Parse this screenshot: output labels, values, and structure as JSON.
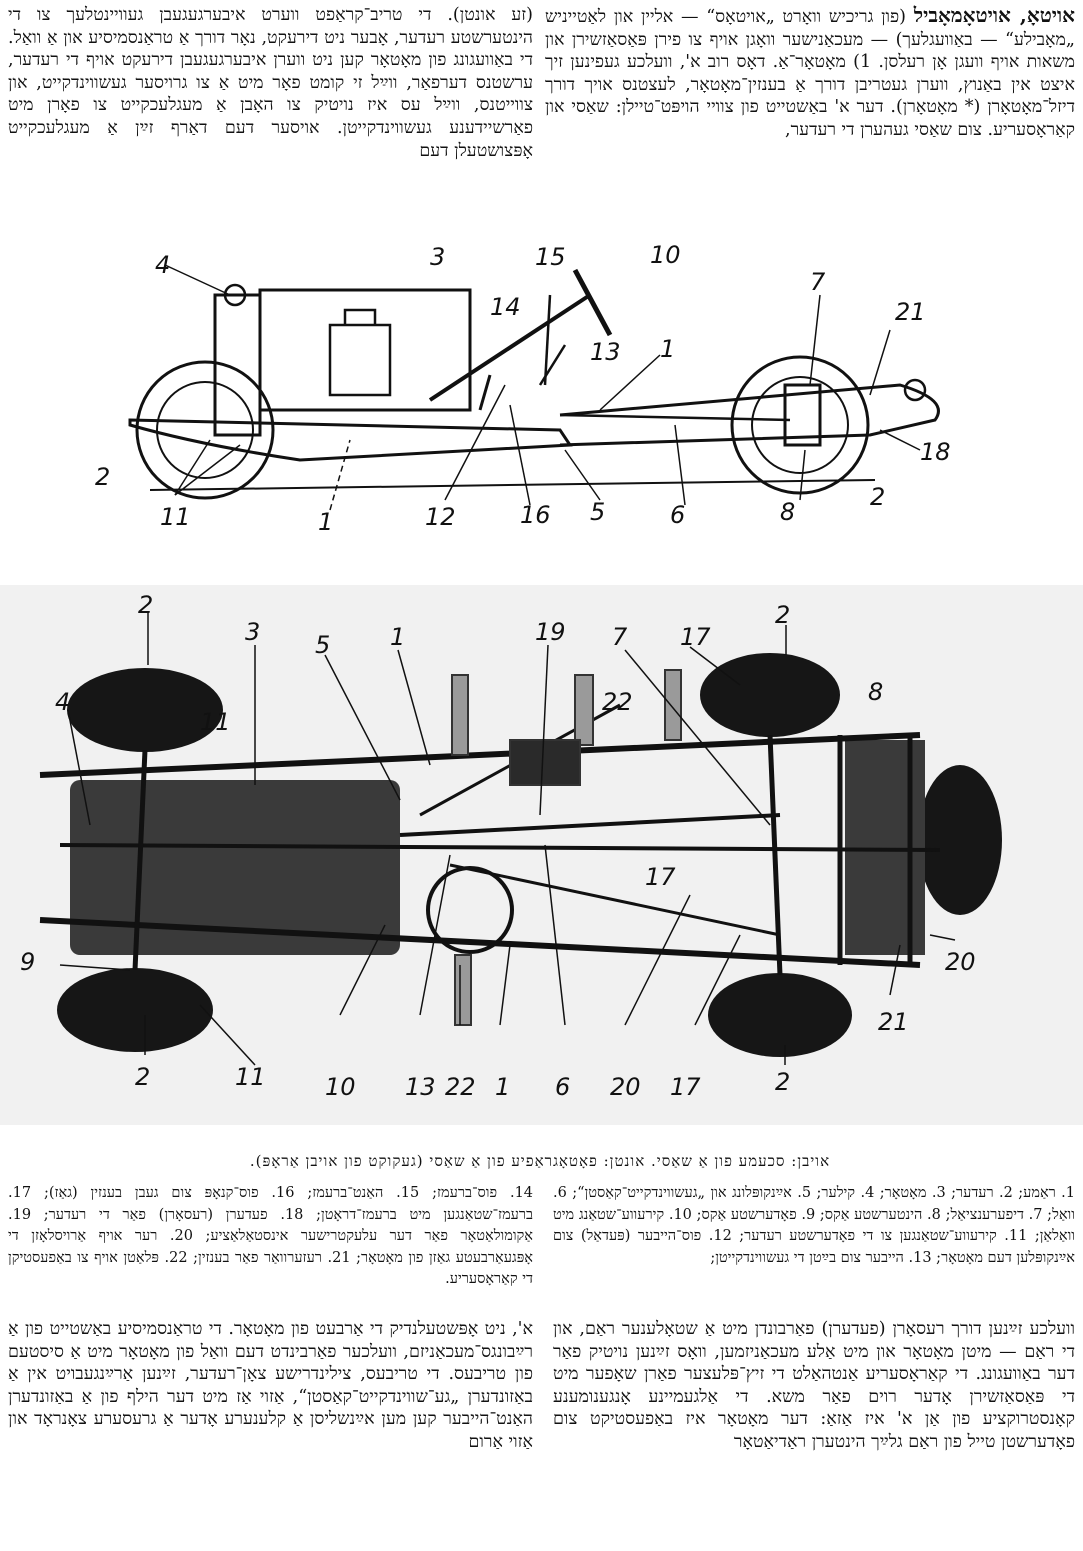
{
  "article": {
    "headword": "אויטאָ, אויטאָמאָביל",
    "top_right_text": "(פון גריכיש וואָרט „אויטאָס“ — אליין און לאַטייניש „מאָבילע“ — באַוועגלעך) — מעכאַנישער וואָגן אויף צו פירן פּאַסאַזשירן און משאות אויף וועגן אָן רעלסן. 1) מאָטאָר־אַ. דאָס רוב א', וועלכע געפינען זיך איצט אין באַנוץ, ווערן געטריבן דורך אַ בענזין־מאָטאָר, לעצטנס אויך דורך דיזל־מאָטאָרן (* מאָטאָרן). דער א' באַשטייט פון צוויי הויפּט־טיילן: שאַסי און קאַראָסעריע. צום שאַסי געהערן די רעדער,",
    "top_left_text": "(זע אונטן). די טריב־קראַפט ווערט איבערגעגעבן געוויינטלעך צו די הינטערשטע רעדער, אָבער ניט דירעקט, נאָר דורך אַ טראַנסמיסיע און אַ וואַל. די באַוועגונג פון מאָטאָר קען ניט ווערן איבערגעגעבן דירעקט אויף די רעדער, ערשטנס דערפאַר, ווײַל זי קומט פאָר מיט אַ צו גרויסער געשווינדקייט, און צווייטנס, ווײַל עס איז נויטיק צו האָבן אַ מעגלעכקייט צו פאָרן מיט פאַרשיידענע געשווינדקייטן. אויסער דעם דאַרף זײַן אַ מעגלעכקייט אָפּצושטעלן דעם",
    "bottom_right_text": "וועלכע זײַנען דורך רעסאָרן (פעדערן) פאַרבונדן מיט אַ שטאָלענער ראַם, און די ראַם — מיטן מאָטאָר און מיט אַלע מעכאַניזמען, וואָס זײַנען נויטיק פאַר דער באַוועגונג. די קאַראָסעריע אַנטהאַלט די זיץ־פּלעצער פאַרן שאָפער מיט די פּאַסאַזשירן אָדער רוים פאַר משא. די אַלגעמיינע אָנגענומענע קאָנסטרוקציע פון אַן א' איז אַזאַ: דער מאָטאָר איז באַפעסטיקט צום פאָדערשטן טייל פון ראַם גלײַך הינטערן ראַדיאַטאָר",
    "bottom_left_text": "א', ניט אָפּשטעלנדיק די אַרבעט פון מאָטאָר. די טראַנסמיסיע באַשטייט פון אַ רײַבונגס־מעכאַניזם, וועלכער פאַרבינדט דעם וואַל פון מאָטאָר מיט אַ סיסטעם פון טריבעס. די טריבעס, צילינדרישע צאָן־רעדער, זײַנען אַרײַנגעבויט אין אַ באַזונדערן „גע־שווינדקייט־קאַסטן“, אַזוי אַז מיט דער הילף פון אַ באַזונדערן האַנט־הייבער קען מען אײַנשליסן אַ קלענערע אָדער אַ גרעסערע צאָנראָד און אַזוי אַרום"
  },
  "caption": "אויבן: סכעמע פון אַ שאַסי. אונטן: פאָטאָגראַפיע פון אַ שאַסי (געקוקט פון אויבן אַראָפּ).",
  "legend": {
    "right": "1. ראַמע; 2. רעדער; 3. מאָטאָר; 4. קילער; 5. אײַנקופּלונג און „געשווינדקייט־קאַסטן“; 6. וואַל; 7. דיפערענציאַל; 8. הינטערשטע אַקס; 9. פאָדערשטע אַקס; 10. קירעווע־שטאַנג מיט וואַלאַן; 11. קירעווע־שטאַנגען צו די פאָדערשטע רעדער; 12. פוס־הייבער (פּעדאַל) צום אײַנקופּלען דעם מאָטאָר; 13. הייבער צום בײַטן די געשווינדקייטן;",
    "left": "14. פוס־ברעמז; 15. האַנט־ברעמז; 16. פוס־קנאָפּ צום געבן בענזין (גאַז); 17. ברעמז־שטאַנגען מיט ברעמז־דראָטן; 18. פעדערן (רעסאָרן) פאַר די רעדער; 19. אַקומולאַטאָר פאַר דער עלעקטרישער אינסטאַלאַציע; 20. רער אויף אַרויסלאָזן די אָפּגעאַרבעטע גאַזן פון מאָטאָר; 21. רעזערוואַר פאַר בענזין; 22. פּלאַטן אויף צו באַפעסטיקן די קאַראָסעריע."
  },
  "figure_top_labels": [
    "4",
    "3",
    "15",
    "10",
    "14",
    "13",
    "1",
    "7",
    "21",
    "2",
    "11",
    "1",
    "12",
    "16",
    "5",
    "6",
    "8",
    "18",
    "2"
  ],
  "figure_bottom_labels": [
    "2",
    "3",
    "5",
    "1",
    "19",
    "7",
    "2",
    "17",
    "4",
    "11",
    "22",
    "8",
    "20",
    "9",
    "17",
    "11",
    "10",
    "13",
    "22",
    "1",
    "6",
    "20",
    "17",
    "2",
    "21",
    "2"
  ]
}
